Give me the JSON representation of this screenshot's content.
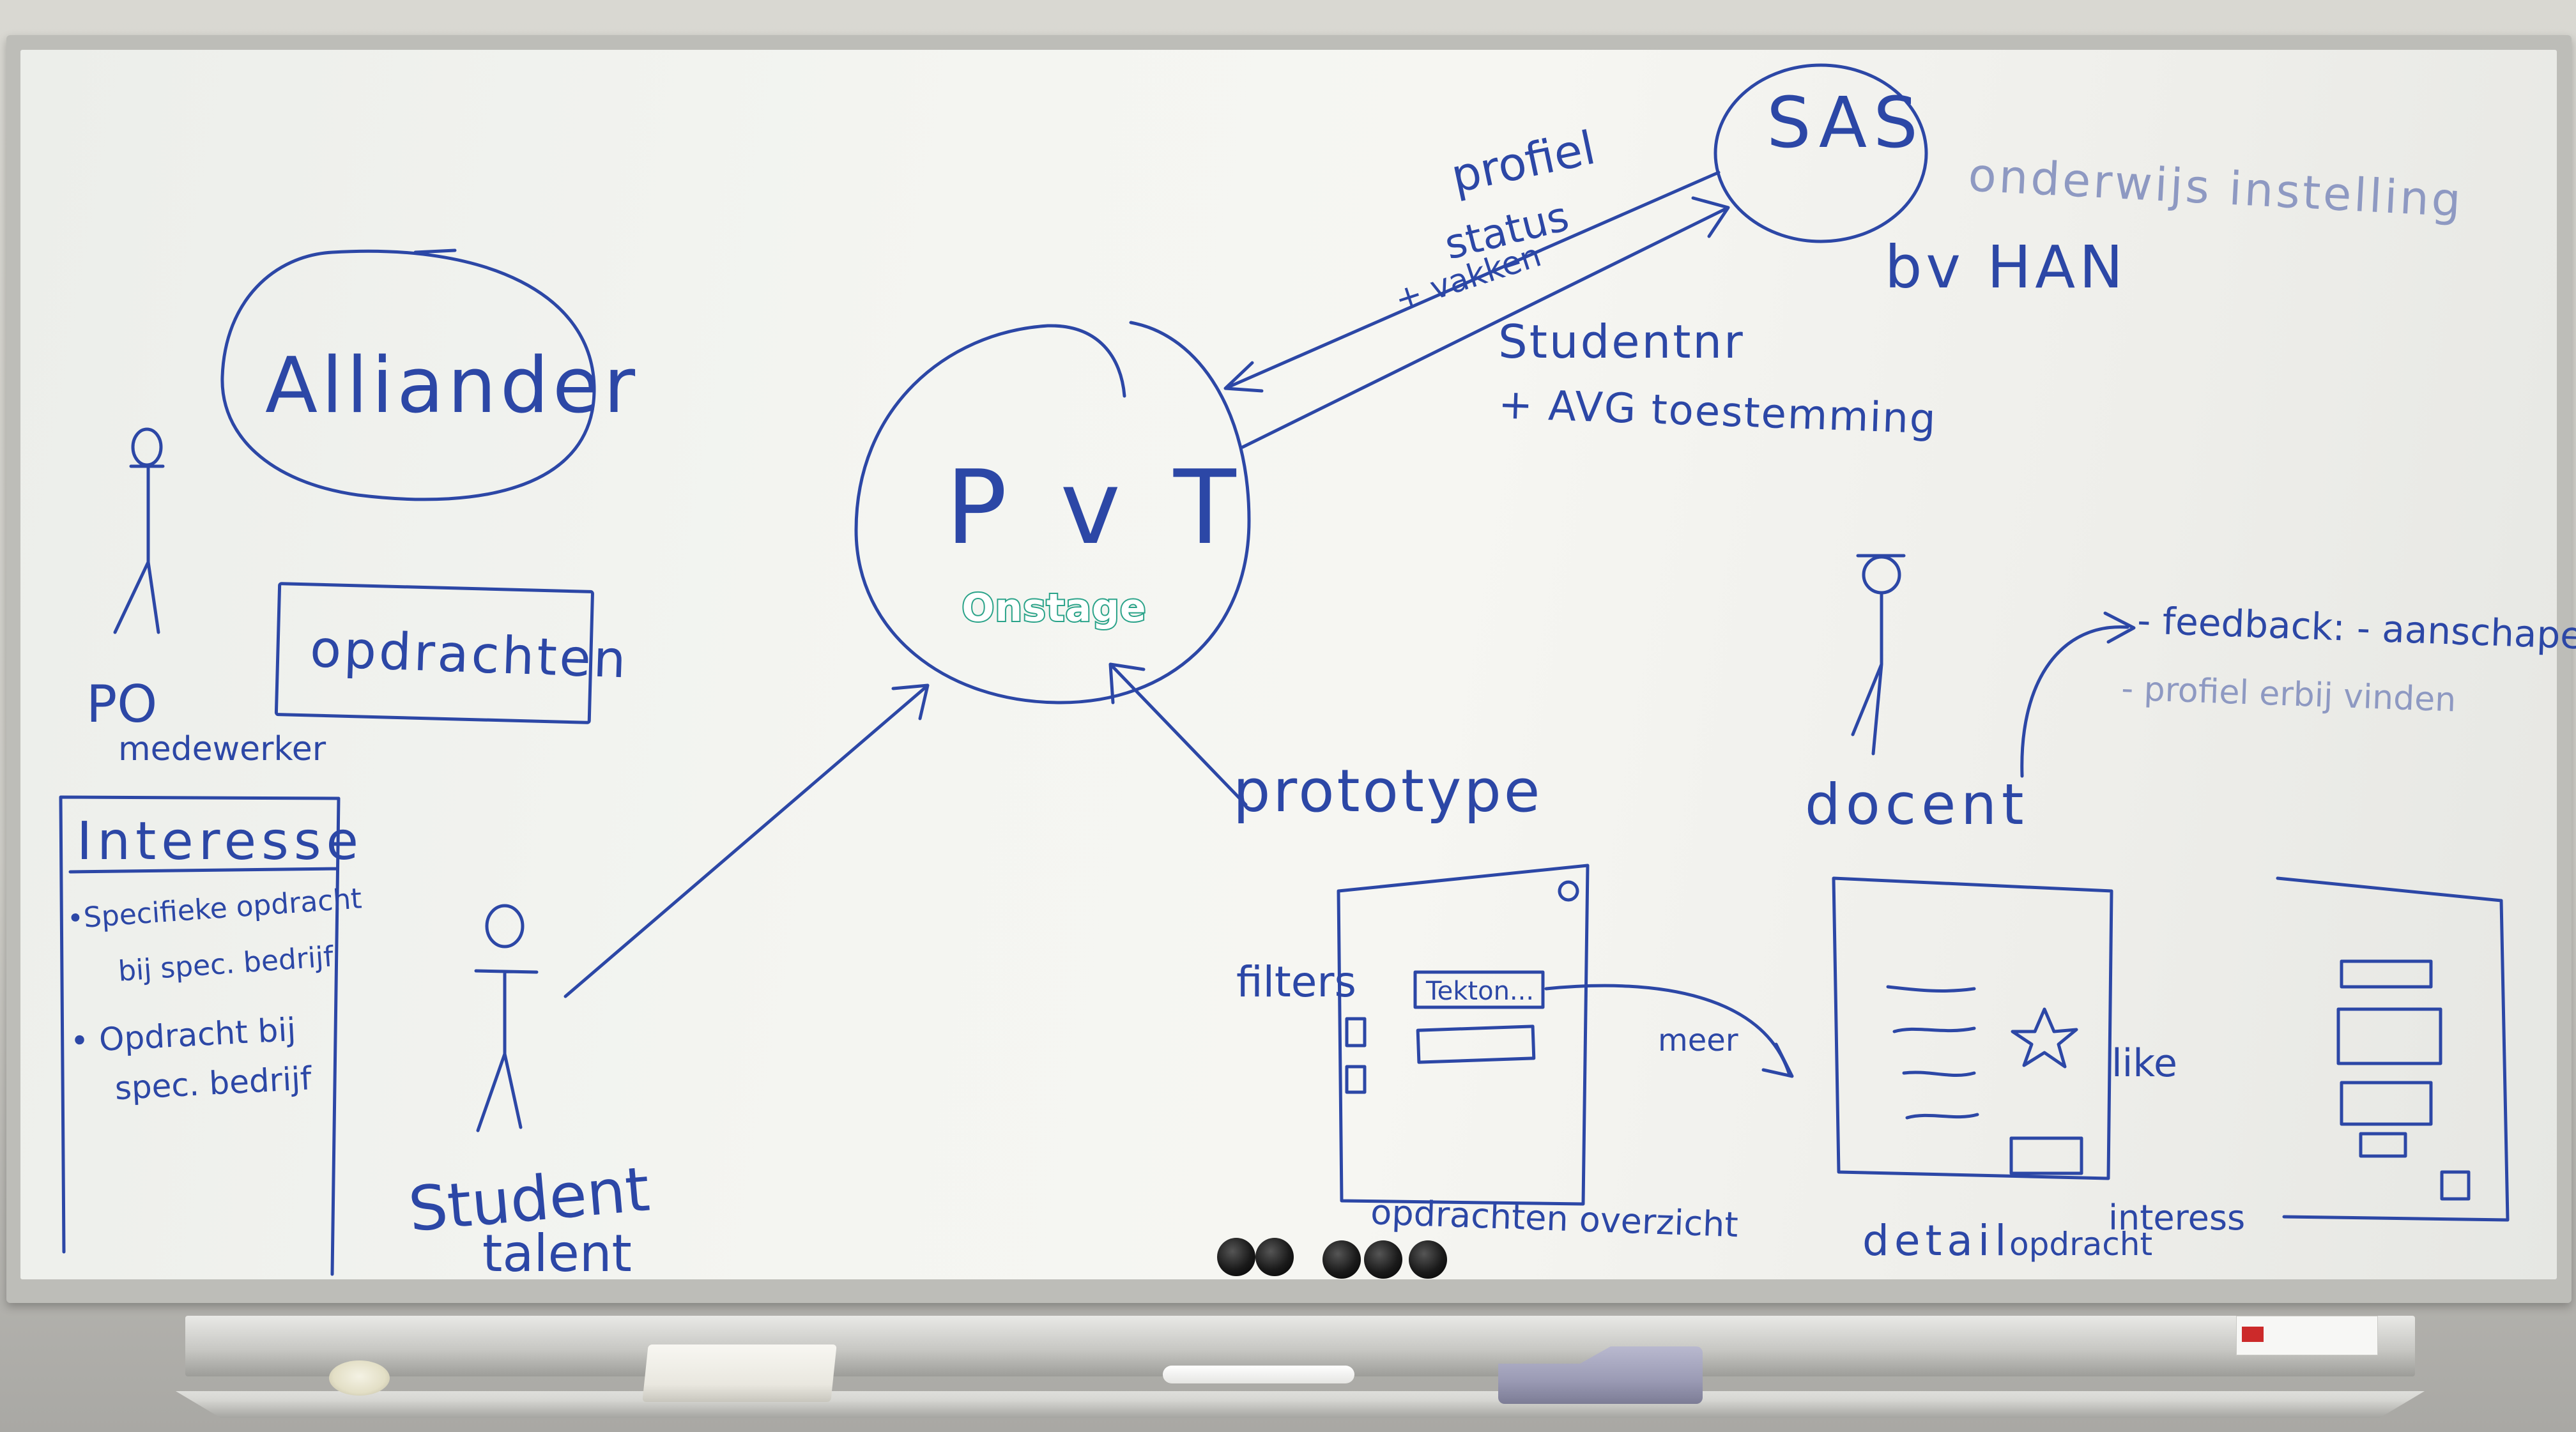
{
  "board": {
    "center_circle": {
      "title": "P v T",
      "logo_label": "Onstage"
    },
    "sas": {
      "circle_label": "SAS",
      "note_line1": "onderwijs instelling",
      "note_line2": "bv HAN"
    },
    "arrows": {
      "to_pvt_lines": [
        "profiel",
        "status",
        "+ vakken"
      ],
      "to_sas_lines": [
        "Studentnr",
        "+ AVG toestemming"
      ]
    },
    "alliander": {
      "label": "Alliander",
      "box_label": "opdrachten"
    },
    "po": {
      "role": "PO",
      "sub": "medewerker"
    },
    "interesse": {
      "heading": "Interesse",
      "items": [
        {
          "line1": "•Specifieke opdracht",
          "line2": "bij spec. bedrijf"
        },
        {
          "line1": "• Opdracht bij",
          "line2": "spec. bedrijf"
        }
      ]
    },
    "student": {
      "line1": "Student",
      "line2": "talent"
    },
    "prototype_label": "prototype",
    "docent": {
      "label": "docent",
      "feedback_line1": "- feedback: - aanschapen",
      "feedback_line2": "- profiel erbij vinden"
    },
    "sketch_overview": {
      "filters_label": "filters",
      "button_text": "Tekton...",
      "meer_label": "meer",
      "caption": "opdrachten overzicht"
    },
    "sketch_detail": {
      "like_label": "like",
      "caption_left": "detail",
      "caption_mid": "opdracht",
      "caption_right": "interess"
    },
    "colors": {
      "ink": "#2c47a6",
      "faint_ink": "#8e99c2",
      "logo": "#2aa389"
    }
  }
}
